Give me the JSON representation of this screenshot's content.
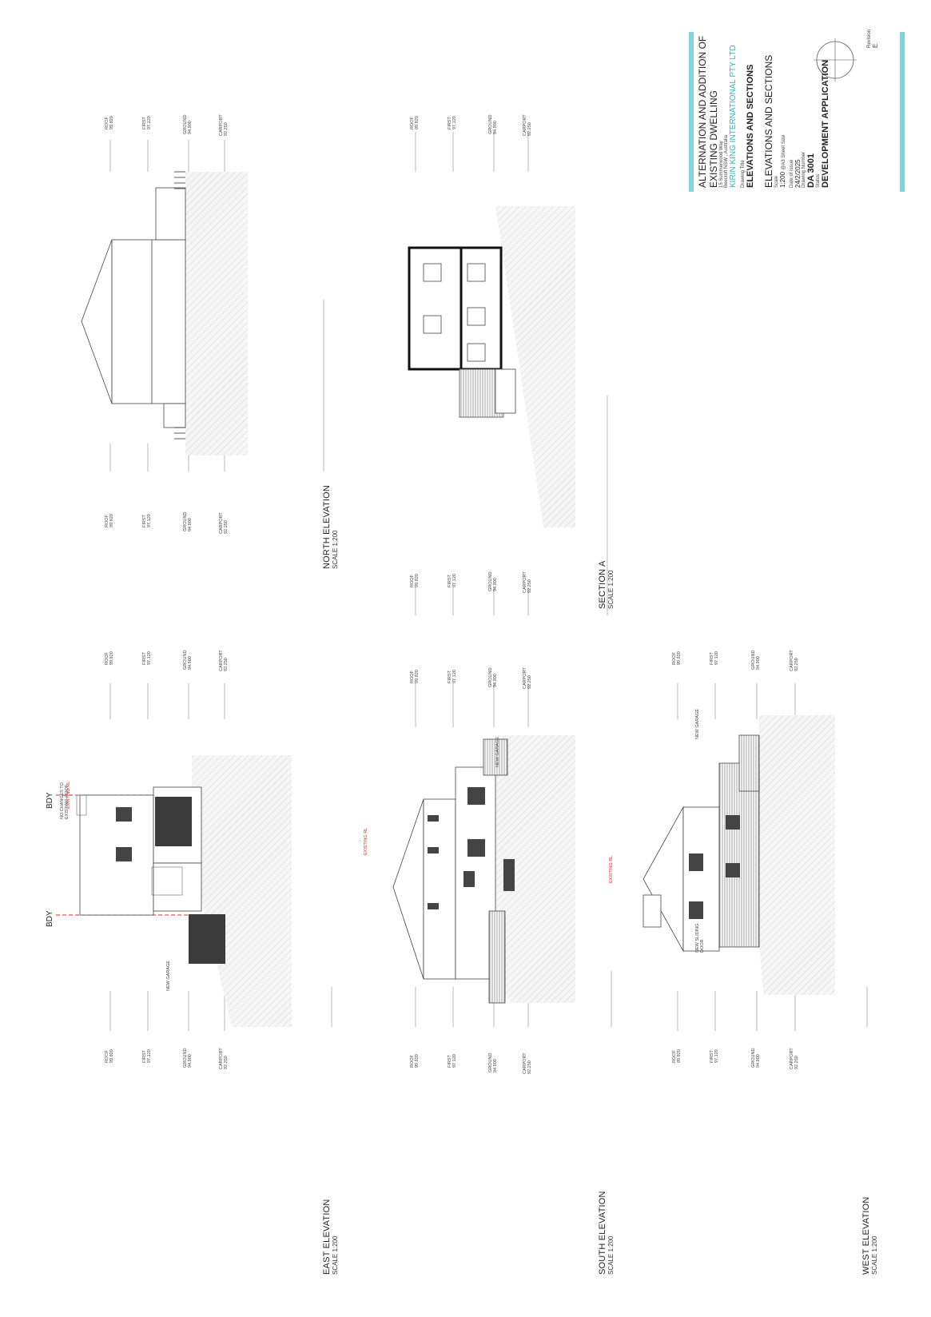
{
  "title_block": {
    "project_line1": "ALTERNATION AND ADDITION OF",
    "project_line2": "EXISTING DWELLING",
    "address_line1": "15 Summerwood Way",
    "address_line2": "Beecroft NSW , Australia",
    "company": "KIRIN KING INTERNATIONAL PTY LTD",
    "drawing_title_label": "Drawing Title",
    "drawing_title": "ELEVATIONS AND SECTIONS",
    "drawing_title_2": "ELEVATIONS AND SECTIONS",
    "scale_label": "Scale",
    "scale": "1:200",
    "scale_note": "@A3 Sheet Size",
    "date_label": "Date of Issue",
    "date": "24/2/2025",
    "number_label": "Drawing Number",
    "number": "DA 3001",
    "status_label": "Status",
    "status": "DEVELOPMENT APPLICATION",
    "revision_label": "Revision",
    "revision": "E",
    "accent_color": "#7fd6dd"
  },
  "views": {
    "east": {
      "title": "EAST ELEVATION",
      "scale": "SCALE 1:200"
    },
    "north": {
      "title": "NORTH ELEVATION",
      "scale": "SCALE 1:200"
    },
    "south": {
      "title": "SOUTH ELEVATION",
      "scale": "SCALE 1:200"
    },
    "section": {
      "title": "SECTION A",
      "scale": "SCALE 1:200"
    },
    "west": {
      "title": "WEST ELEVATION",
      "scale": "SCALE 1:200"
    }
  },
  "levels": {
    "roof": {
      "name": "ROOF",
      "value": "99.920"
    },
    "first": {
      "name": "FIRST",
      "value": "97.120"
    },
    "ground": {
      "name": "GROUND",
      "value": "94.900"
    },
    "carport": {
      "name": "CARPORT",
      "value": "92.250"
    }
  },
  "annotations": {
    "bdy": "BDY",
    "no_changes_1": "NO CHANGES TO",
    "no_changes_2": "EXISTING ROOF",
    "new_garage": "NEW GARAGE",
    "new_sliding_door_1": "NEW SLIDING",
    "new_sliding_door_2": "DOOR",
    "existing_rl": "EXISTING RL"
  },
  "colors": {
    "annotation_red": "#d92b2b",
    "ground_hatch": "#d9d9d9",
    "line": "#555555"
  }
}
